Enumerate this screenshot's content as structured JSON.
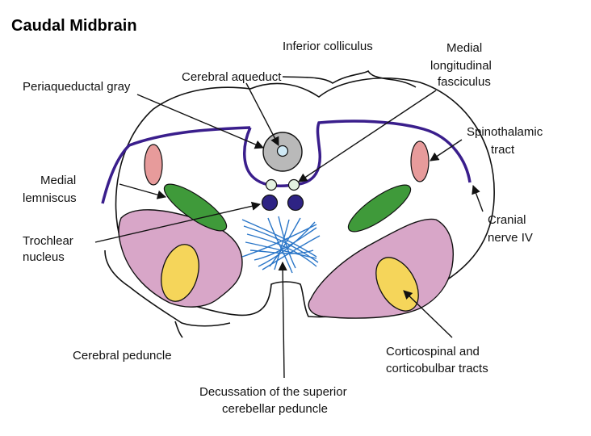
{
  "title": "Caudal Midbrain",
  "colors": {
    "cranial_nerve": "#3a1e8c",
    "periaqueductal_gray": "#b9b9b9",
    "aqueduct": "#cfe9f5",
    "mlf": "#e4f2e1",
    "trochlear_nucleus": "#2e2384",
    "medial_lemniscus": "#3f9a3a",
    "spinothalamic": "#e79b9b",
    "cerebral_peduncle": "#d8a6c8",
    "corticospinal": "#f5d55a",
    "decussation": "#2a76c8"
  },
  "labels": {
    "inferior_colliculus": "Inferior colliculus",
    "medial_lf_1": "Medial",
    "medial_lf_2": "longitudinal",
    "medial_lf_3": "fasciculus",
    "cerebral_aqueduct": "Cerebral aqueduct",
    "periaqueductal_gray": "Periaqueductal gray",
    "spinothalamic_1": "Spinothalamic",
    "spinothalamic_2": "tract",
    "medial_lemniscus_1": "Medial",
    "medial_lemniscus_2": "lemniscus",
    "cranial_nerve_1": "Cranial",
    "cranial_nerve_2": "nerve IV",
    "trochlear_1": "Trochlear",
    "trochlear_2": "nucleus",
    "cerebral_peduncle": "Cerebral peduncle",
    "corticospinal_1": "Corticospinal and",
    "corticospinal_2": "corticobulbar tracts",
    "decussation_1": "Decussation of the superior",
    "decussation_2": "cerebellar peduncle"
  }
}
